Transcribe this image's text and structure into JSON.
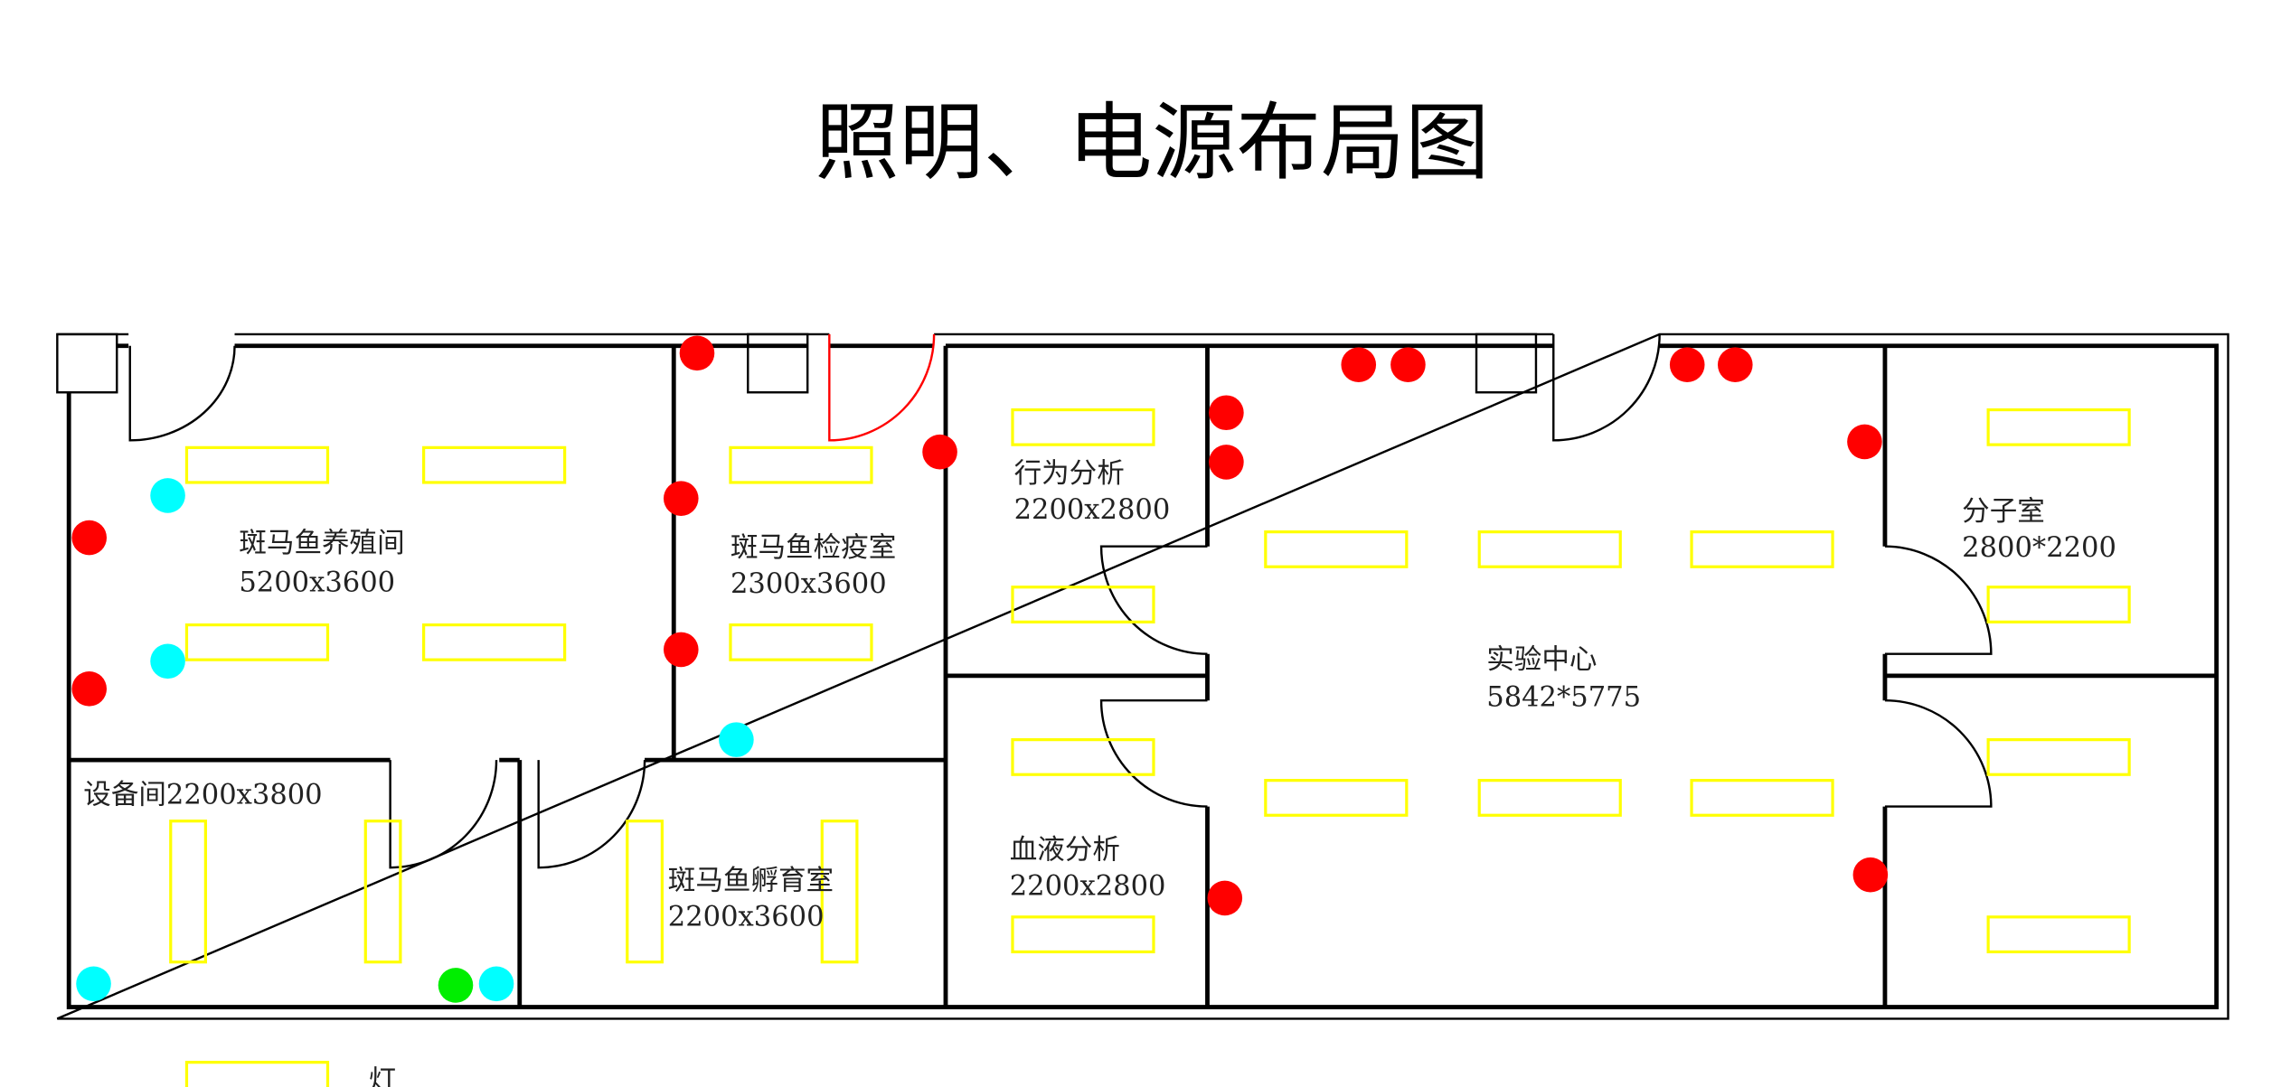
{
  "title": "照明、电源布局图",
  "rooms": [
    {
      "name": "斑马鱼养殖间",
      "size": "5200x3600"
    },
    {
      "name": "斑马鱼检疫室",
      "size": "2300x3600"
    },
    {
      "name": "行为分析",
      "size": "2200x2800"
    },
    {
      "name": "血液分析",
      "size": "2200x2800"
    },
    {
      "name": "实验中心",
      "size": "5842*5775"
    },
    {
      "name": "分子室",
      "size": "2800*2200"
    },
    {
      "name": "设备间2200x3800",
      "size": ""
    },
    {
      "name": "斑马鱼孵育室",
      "size": "2200x3600"
    }
  ],
  "legend": {
    "lamp_label": "灯"
  },
  "colors": {
    "lamp": "#ffff00",
    "socket_red": "#ff0000",
    "socket_cyan": "#00ffff",
    "socket_green": "#00ee00",
    "door_highlight": "#ff0000"
  }
}
